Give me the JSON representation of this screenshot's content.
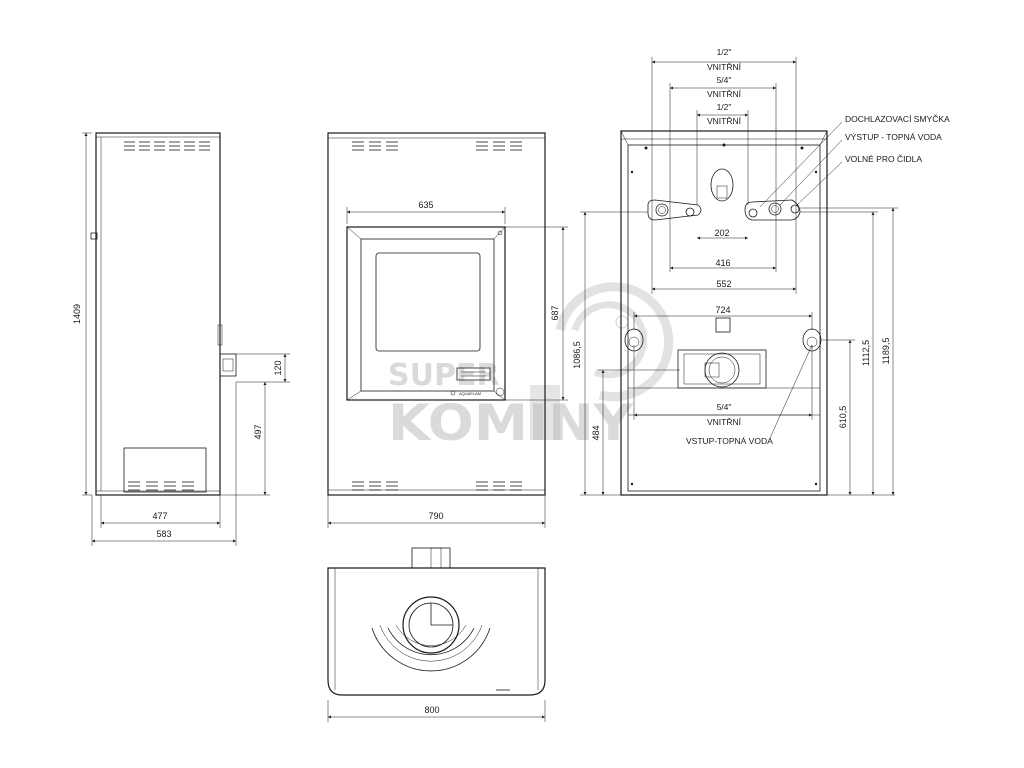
{
  "side_view": {
    "height": "1409",
    "dim_120": "120",
    "dim_497": "497",
    "width_inner": "477",
    "width_outer": "583"
  },
  "front_view": {
    "door_width": "635",
    "door_height": "687",
    "total_width": "790",
    "brand": "AQUAFLAM"
  },
  "top_view": {
    "width": "800"
  },
  "back_view": {
    "top_labels": [
      {
        "size": "1/2\"",
        "text": "VNITŘNÍ"
      },
      {
        "size": "5/4\"",
        "text": "VNITŘNÍ"
      },
      {
        "size": "1/2\"",
        "text": "VNITŘNÍ"
      }
    ],
    "callouts": [
      "DOCHLAZOVACÍ SMYČKA",
      "VÝSTUP - TOPNÁ VODA",
      "VOLNÉ PRO ČIDLA"
    ],
    "dims_horizontal": [
      "202",
      "416",
      "552",
      "724"
    ],
    "bottom_label": {
      "size": "5/4\"",
      "text": "VNITŘNÍ"
    },
    "inlet_label": "VSTUP-TOPNÁ VODA",
    "dims_left": [
      "1086,5",
      "484"
    ],
    "dims_right": [
      "610,5",
      "1112,5",
      "1189,5"
    ]
  },
  "watermark": {
    "line1": "SUPER",
    "line2": "KOMINY"
  }
}
